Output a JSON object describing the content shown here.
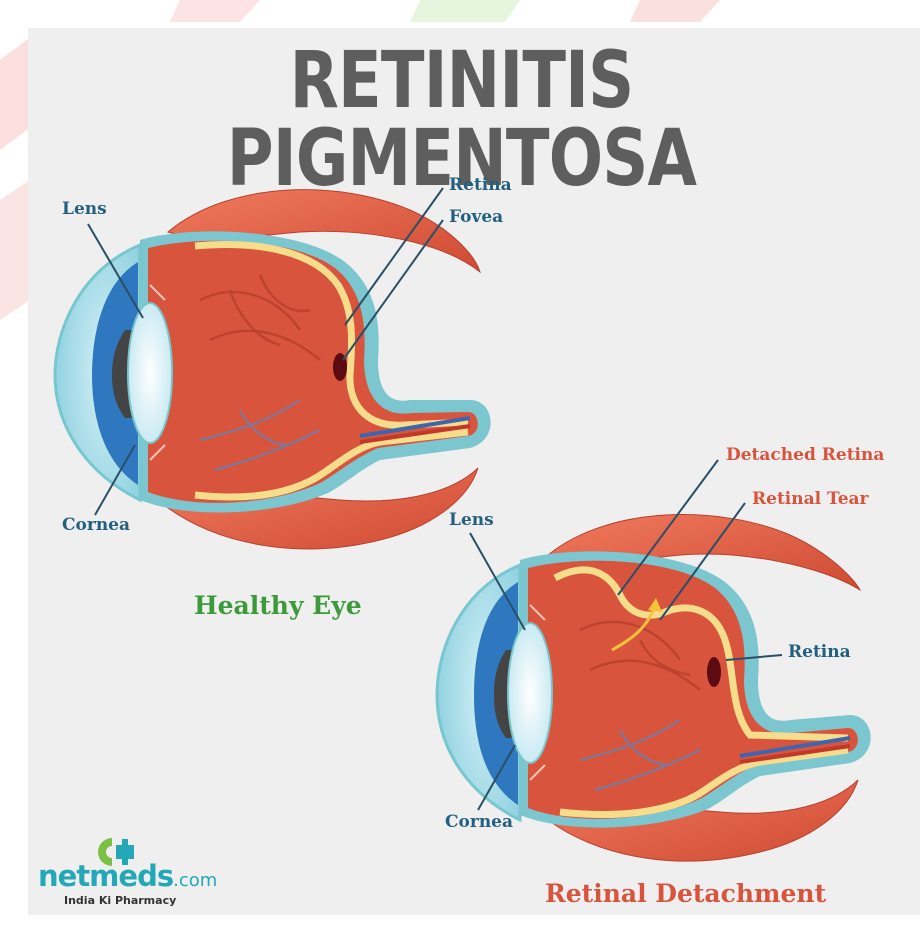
{
  "title": "RETINITIS PIGMENTOSA",
  "healthy_eye": {
    "caption": "Healthy Eye",
    "labels": {
      "lens": "Lens",
      "cornea": "Cornea",
      "retina": "Retina",
      "fovea": "Fovea"
    }
  },
  "detached_eye": {
    "caption": "Retinal Detachment",
    "labels": {
      "lens": "Lens",
      "cornea": "Cornea",
      "retina": "Retina",
      "detached_retina": "Detached Retina",
      "retinal_tear": "Retinal Tear"
    }
  },
  "brand": {
    "name": "netmeds",
    "suffix": ".com",
    "tagline": "India Ki Pharmacy"
  },
  "colors": {
    "title": "#5e5e5e",
    "label": "#23607f",
    "healthy_caption": "#3d9a3a",
    "detached_caption": "#d9543c",
    "muscle": "#e0563f",
    "eyeball": "#d8533a",
    "retina_layer": "#f6dd8c",
    "sclera_outline": "#78c7cf",
    "cornea": "#9fd8e6",
    "iris": "#2f78c0",
    "brand_teal": "#24a7b7",
    "brand_green": "#7bc043"
  }
}
